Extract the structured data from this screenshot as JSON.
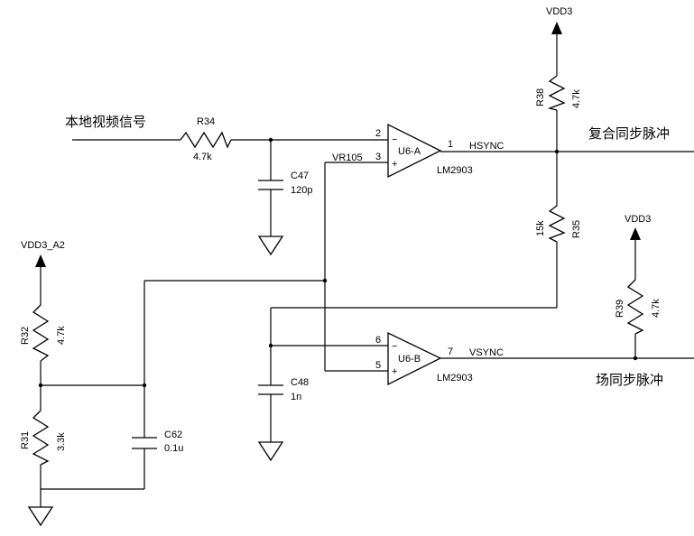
{
  "labels": {
    "input_signal": "本地视频信号",
    "hsync_out": "复合同步脉冲",
    "vsync_out": "场同步脉冲",
    "vr105": "VR105",
    "hsync_net": "HSYNC",
    "vsync_net": "VSYNC"
  },
  "power": {
    "vdd3_top": "VDD3",
    "vdd3_right": "VDD3",
    "vdd3_a2": "VDD3_A2"
  },
  "opamps": {
    "u6a": {
      "ref": "U6-A",
      "part": "LM2903",
      "pin_out": "1",
      "pin_inv": "2",
      "pin_noninv": "3",
      "minus": "−",
      "plus": "+"
    },
    "u6b": {
      "ref": "U6-B",
      "part": "LM2903",
      "pin_out": "7",
      "pin_inv": "6",
      "pin_noninv": "5",
      "minus": "−",
      "plus": "+"
    }
  },
  "resistors": {
    "r34": {
      "ref": "R34",
      "value": "4.7k"
    },
    "r38": {
      "ref": "R38",
      "value": "4.7k"
    },
    "r35": {
      "ref": "R35",
      "value": "15k"
    },
    "r39": {
      "ref": "R39",
      "value": "4.7k"
    },
    "r32": {
      "ref": "R32",
      "value": "4.7k"
    },
    "r31": {
      "ref": "R31",
      "value": "3.3k"
    }
  },
  "capacitors": {
    "c47": {
      "ref": "C47",
      "value": "120p"
    },
    "c48": {
      "ref": "C48",
      "value": "1n"
    },
    "c62": {
      "ref": "C62",
      "value": "0.1u"
    }
  }
}
